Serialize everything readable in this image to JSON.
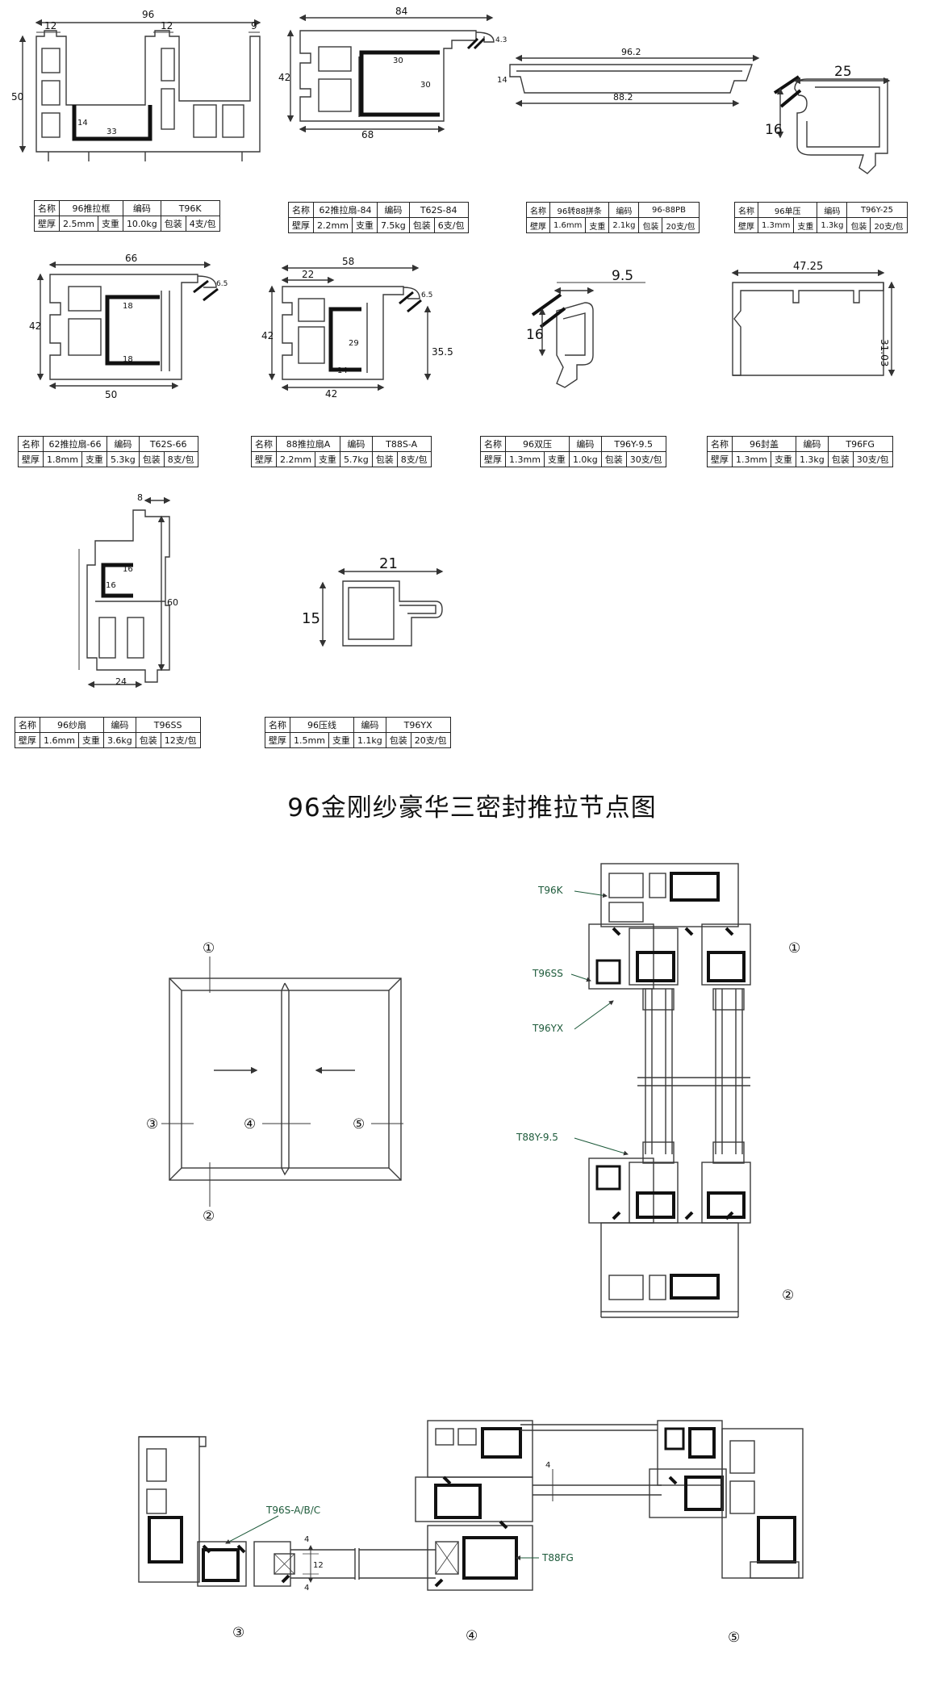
{
  "profiles": [
    {
      "id": "t96k",
      "name_label": "名称",
      "name": "96推拉框",
      "code_label": "编码",
      "code": "T96K",
      "thick_label": "壁厚",
      "thick": "2.5mm",
      "weight_label": "支重",
      "weight": "10.0kg",
      "pack_label": "包装",
      "pack": "4支/包",
      "dims": [
        "96",
        "12",
        "12",
        "9",
        "50",
        "14",
        "33"
      ]
    },
    {
      "id": "t62s84",
      "name_label": "名称",
      "name": "62推拉扇-84",
      "code_label": "编码",
      "code": "T62S-84",
      "thick_label": "壁厚",
      "thick": "2.2mm",
      "weight_label": "支重",
      "weight": "7.5kg",
      "pack_label": "包装",
      "pack": "6支/包",
      "dims": [
        "84",
        "42",
        "30",
        "30",
        "68",
        "4.3"
      ]
    },
    {
      "id": "b96pb",
      "name_label": "名称",
      "name": "96转88拼条",
      "code_label": "编码",
      "code": "96-88PB",
      "thick_label": "壁厚",
      "thick": "1.6mm",
      "weight_label": "支重",
      "weight": "2.1kg",
      "pack_label": "包装",
      "pack": "20支/包",
      "dims": [
        "96.2",
        "14",
        "88.2"
      ]
    },
    {
      "id": "t96y25",
      "name_label": "名称",
      "name": "96单压",
      "code_label": "编码",
      "code": "T96Y-25",
      "thick_label": "壁厚",
      "thick": "1.3mm",
      "weight_label": "支重",
      "weight": "1.3kg",
      "pack_label": "包装",
      "pack": "20支/包",
      "dims": [
        "25",
        "16"
      ]
    },
    {
      "id": "t62s66",
      "name_label": "名称",
      "name": "62推拉扇-66",
      "code_label": "编码",
      "code": "T62S-66",
      "thick_label": "壁厚",
      "thick": "1.8mm",
      "weight_label": "支重",
      "weight": "5.3kg",
      "pack_label": "包装",
      "pack": "8支/包",
      "dims": [
        "66",
        "42",
        "18",
        "18",
        "50",
        "6.5"
      ]
    },
    {
      "id": "t88sa",
      "name_label": "名称",
      "name": "88推拉扇A",
      "code_label": "编码",
      "code": "T88S-A",
      "thick_label": "壁厚",
      "thick": "2.2mm",
      "weight_label": "支重",
      "weight": "5.7kg",
      "pack_label": "包装",
      "pack": "8支/包",
      "dims": [
        "58",
        "22",
        "42",
        "29",
        "14",
        "35.5",
        "42",
        "6.5"
      ]
    },
    {
      "id": "t96y95",
      "name_label": "名称",
      "name": "96双压",
      "code_label": "编码",
      "code": "T96Y-9.5",
      "thick_label": "壁厚",
      "thick": "1.3mm",
      "weight_label": "支重",
      "weight": "1.0kg",
      "pack_label": "包装",
      "pack": "30支/包",
      "dims": [
        "9.5",
        "16"
      ]
    },
    {
      "id": "t96fg",
      "name_label": "名称",
      "name": "96封盖",
      "code_label": "编码",
      "code": "T96FG",
      "thick_label": "壁厚",
      "thick": "1.3mm",
      "weight_label": "支重",
      "weight": "1.3kg",
      "pack_label": "包装",
      "pack": "30支/包",
      "dims": [
        "47.25",
        "31.03"
      ]
    },
    {
      "id": "t96ss",
      "name_label": "名称",
      "name": "96纱扇",
      "code_label": "编码",
      "code": "T96SS",
      "thick_label": "壁厚",
      "thick": "1.6mm",
      "weight_label": "支重",
      "weight": "3.6kg",
      "pack_label": "包装",
      "pack": "12支/包",
      "dims": [
        "8",
        "16",
        "16",
        "60",
        "24"
      ]
    },
    {
      "id": "t96yx",
      "name_label": "名称",
      "name": "96压线",
      "code_label": "编码",
      "code": "T96YX",
      "thick_label": "壁厚",
      "thick": "1.5mm",
      "weight_label": "支重",
      "weight": "1.1kg",
      "pack_label": "包装",
      "pack": "20支/包",
      "dims": [
        "21",
        "15"
      ]
    }
  ],
  "title": "96金刚纱豪华三密封推拉节点图",
  "elevation": {
    "markers": [
      "①",
      "②",
      "③",
      "④",
      "⑤"
    ],
    "arrow_left": "→",
    "arrow_right": "←"
  },
  "section_vertical": {
    "callouts": [
      "T96K",
      "T96SS",
      "T96YX",
      "T88Y-9.5"
    ],
    "markers": [
      "①",
      "②"
    ]
  },
  "section_horizontal": {
    "callouts": [
      "T96S-A/B/C",
      "T88FG"
    ],
    "dims": [
      "4",
      "12",
      "4",
      "4"
    ],
    "markers": [
      "③",
      "④",
      "⑤"
    ]
  },
  "colors": {
    "line": "#3a3a3a",
    "steel": "#111111",
    "callout": "#1d5a3a"
  }
}
